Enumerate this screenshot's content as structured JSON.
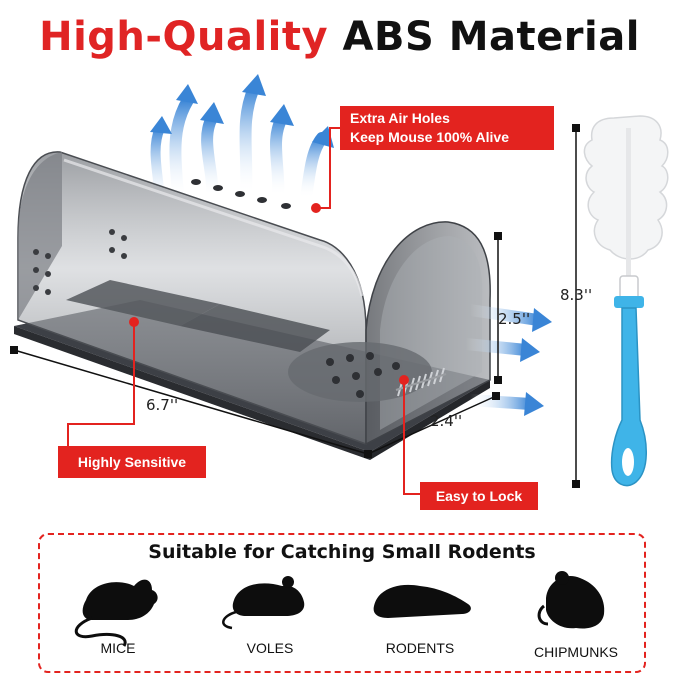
{
  "title": {
    "red_part": "High-Quality",
    "black_part": "ABS Material"
  },
  "callouts": {
    "air_holes_line1": "Extra Air Holes",
    "air_holes_line2": "Keep Mouse 100% Alive",
    "sensitive": "Highly Sensitive",
    "lock": "Easy to Lock"
  },
  "dimensions": {
    "length": "6.7''",
    "height": "2.5''",
    "depth": "2.4''",
    "brush": "8.3''"
  },
  "rodents": {
    "heading": "Suitable for Catching Small Rodents",
    "items": [
      "MICE",
      "VOLES",
      "RODENTS",
      "CHIPMUNKS"
    ]
  },
  "colors": {
    "accent_red": "#e3231f",
    "arrow_blue": "#4a90d9",
    "brush_blue": "#3fb4e8"
  }
}
